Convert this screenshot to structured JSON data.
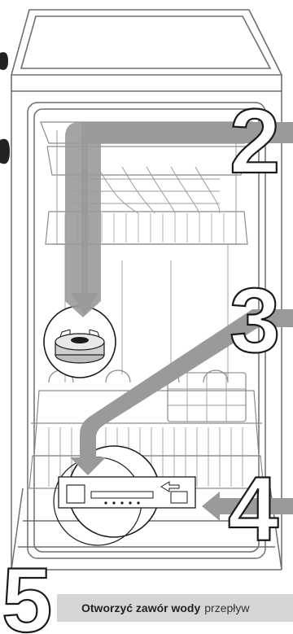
{
  "steps": {
    "step2": "2",
    "step3": "3",
    "step4": "4",
    "step5": "5"
  },
  "footer": {
    "instruction": "Otworzyć zawór wody",
    "instruction_tail": "przepływ"
  },
  "colors": {
    "arrow": "#9a9a9a",
    "banner": "#d6d6d6",
    "outline": "#6f6f6f",
    "rack": "#8a8a8a",
    "digit_fill": "#ffffff",
    "digit_stroke": "#1a1a1a"
  }
}
